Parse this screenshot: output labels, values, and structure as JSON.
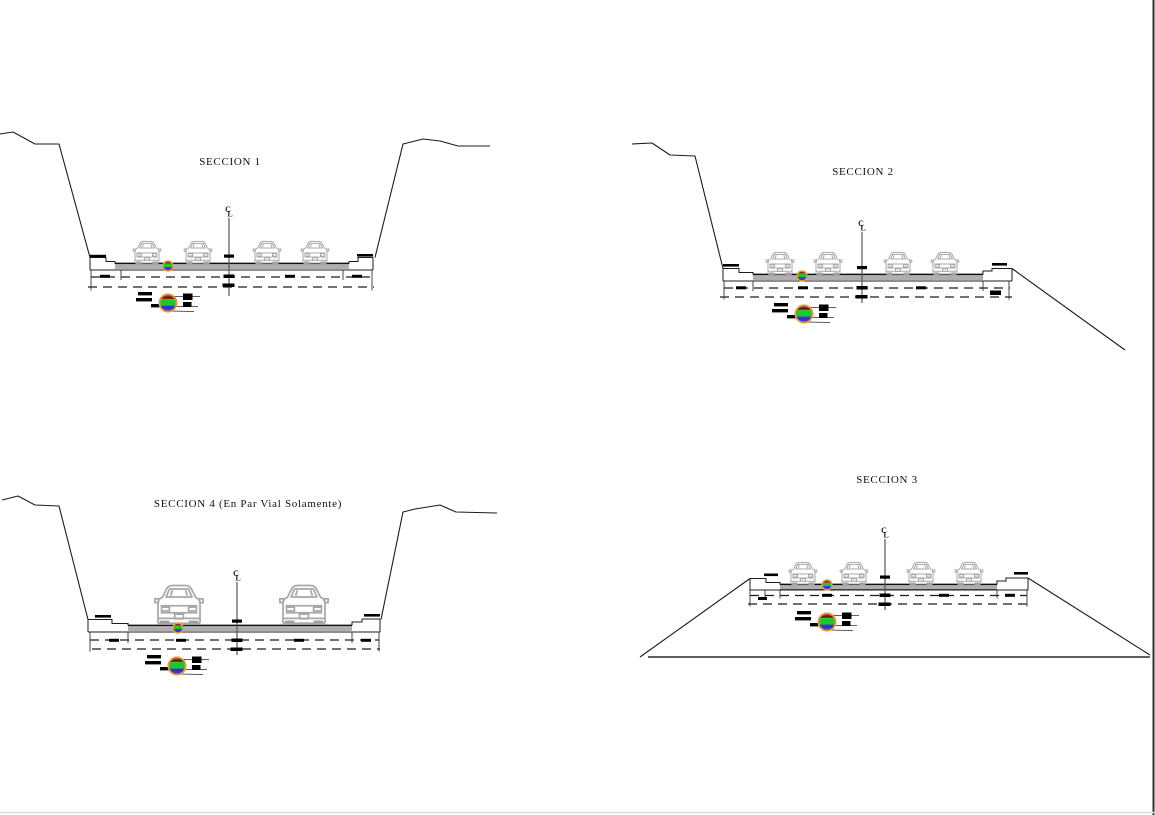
{
  "page": {
    "background": "#ffffff",
    "right_border_color": "#2f2f2f",
    "bottom_border_color": "#d9d9d9"
  },
  "palette": {
    "line": "#1c1c1c",
    "car_outline": "#a8a8a8",
    "ground_line": "#4a4a4a",
    "detail_ring": "#e8993f",
    "detail_top_band": "#8e2b1b",
    "detail_middle_band": "#1fc72e",
    "detail_bottom_band": "#3c3cd4",
    "dimension_text": "#000000"
  },
  "centerline_symbol": {
    "top": "C",
    "bottom": "L"
  },
  "sections": [
    {
      "id": "seccion-1",
      "title": "SECCION 1"
    },
    {
      "id": "seccion-2",
      "title": "SECCION 2"
    },
    {
      "id": "seccion-3",
      "title": "SECCION 3"
    },
    {
      "id": "seccion-4",
      "title": "SECCION 4 (En Par Vial Solamente)"
    }
  ]
}
